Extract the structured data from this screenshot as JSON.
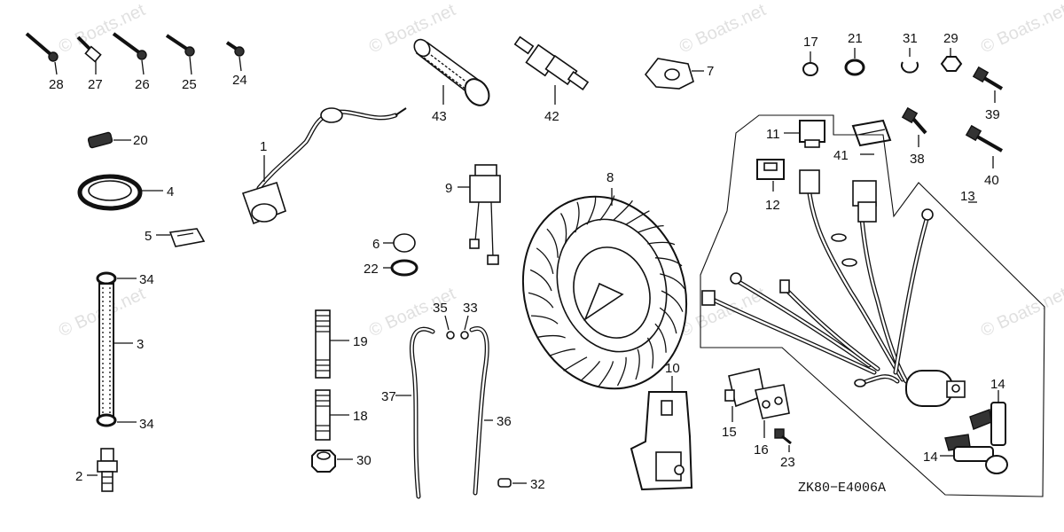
{
  "watermark": "© Boats.net",
  "drawing_code": "ZK80−E4006A",
  "callouts": {
    "p1": "1",
    "p2": "2",
    "p3": "3",
    "p4": "4",
    "p5": "5",
    "p6": "6",
    "p7": "7",
    "p8": "8",
    "p9": "9",
    "p10": "10",
    "p11": "11",
    "p12": "12",
    "p13": "13",
    "p14a": "14",
    "p14b": "14",
    "p15": "15",
    "p16": "16",
    "p17": "17",
    "p18": "18",
    "p19": "19",
    "p20": "20",
    "p21": "21",
    "p22": "22",
    "p23": "23",
    "p24": "24",
    "p25": "25",
    "p26": "26",
    "p27": "27",
    "p28": "28",
    "p29": "29",
    "p30": "30",
    "p31": "31",
    "p32": "32",
    "p33": "33",
    "p34a": "34",
    "p34b": "34",
    "p35": "35",
    "p36": "36",
    "p37": "37",
    "p38": "38",
    "p39": "39",
    "p40": "40",
    "p41": "41",
    "p42": "42",
    "p43": "43"
  }
}
